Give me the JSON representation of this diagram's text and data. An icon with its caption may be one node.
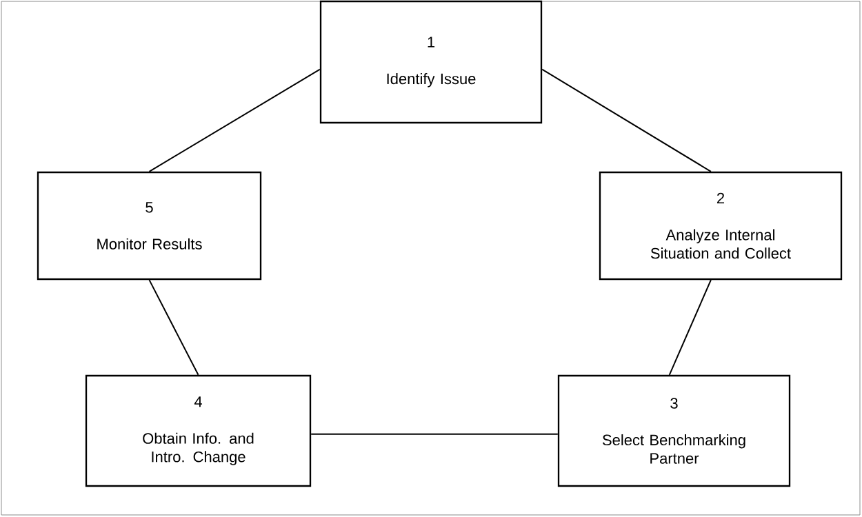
{
  "diagram": {
    "nodes": [
      {
        "text": [
          "1",
          "Identify Issue"
        ]
      },
      {
        "text": [
          "2",
          "Analyze Internal Situation and Collect"
        ]
      },
      {
        "text": [
          "3",
          "Select Benchmarking Partner"
        ]
      },
      {
        "text": [
          "4",
          "Obtain Info. and Intro. Change"
        ]
      },
      {
        "text": [
          "5",
          "Monitor Results"
        ]
      }
    ],
    "edges": [
      {
        "from": 0,
        "to": 1,
        "arrow": "none"
      },
      {
        "from": 1,
        "to": 2,
        "arrow": "none"
      },
      {
        "from": 2,
        "to": 3,
        "arrow": "none"
      },
      {
        "from": 3,
        "to": 4,
        "arrow": "none"
      },
      {
        "from": 4,
        "to": 0,
        "arrow": "none"
      }
    ]
  }
}
